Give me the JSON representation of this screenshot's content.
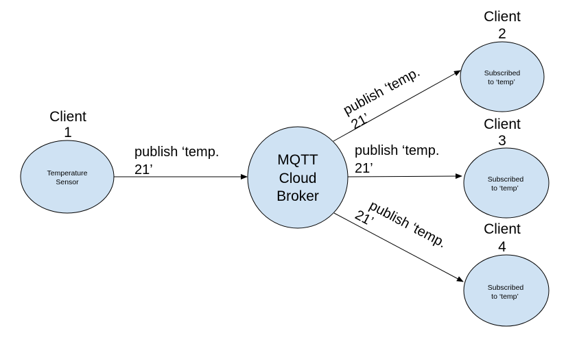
{
  "diagram": {
    "nodes": {
      "client1": {
        "title_line1": "Client",
        "title_line2": "1",
        "label_line1": "Temperature",
        "label_line2": "Sensor"
      },
      "broker": {
        "label_line1": "MQTT",
        "label_line2": "Cloud",
        "label_line3": "Broker"
      },
      "client2": {
        "title_line1": "Client",
        "title_line2": "2",
        "label_line1": "Subscribed",
        "label_line2": "to ‘temp’"
      },
      "client3": {
        "title_line1": "Client",
        "title_line2": "3",
        "label_line1": "Subscribed",
        "label_line2": "to ‘temp’"
      },
      "client4": {
        "title_line1": "Client",
        "title_line2": "4",
        "label_line1": "Subscribed",
        "label_line2": "to ‘temp’"
      }
    },
    "edges": {
      "client1_to_broker": {
        "line1": "publish ‘temp.",
        "line2": "21’"
      },
      "broker_to_client2": {
        "line1": "publish ‘temp.",
        "line2": "21’"
      },
      "broker_to_client3": {
        "line1": "publish ‘temp.",
        "line2": "21’"
      },
      "broker_to_client4": {
        "line1": "publish ‘temp.",
        "line2": "21’"
      }
    },
    "colors": {
      "node_fill": "#cfe2f3",
      "stroke": "#000000"
    }
  }
}
